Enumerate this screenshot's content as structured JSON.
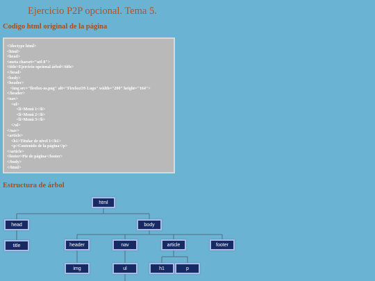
{
  "page": {
    "title": "Ejercicio P2P opcional. Tema 5.",
    "section_code": "Codigo html original de la página",
    "section_tree": "Estructura de árbol"
  },
  "code": {
    "lines": [
      "<!doctype html>",
      "<html>",
      "<head>",
      "<meta charset=\"utf-8\">",
      "<title>Ejercicio opcional árbol</title>",
      "</head>",
      "<body>",
      "<header>",
      "   <img src=\"firefox-os.png\" alt=\"FirefoxOS Logo\" width=\"200\" height=\"164\">",
      "</header>",
      "<nav>",
      "    <ul>",
      "         <li>Menú 1</li>",
      "         <li>Menú 2</li>",
      "         <li>Menú 3</li>",
      "    </ul>",
      "</nav>",
      "<article>",
      "    <h1>Titular de nivel 1</h1>",
      "    <p>Contenido de la página</p>",
      "</article>",
      "<footer>Pie de página</footer>",
      "</body>",
      "</html>"
    ]
  },
  "tree": {
    "html": "html",
    "head": "head",
    "body": "body",
    "title": "title",
    "header": "header",
    "nav": "nav",
    "article": "article",
    "footer": "footer",
    "img": "img",
    "ul": "ul",
    "h1": "h1",
    "p": "p"
  },
  "colors": {
    "background": "#6bb3d2",
    "heading": "#b8501e",
    "node_fill": "#172a63",
    "node_border": "#a9bce3",
    "connector": "#546d80",
    "code_panel": "#b9b9b9"
  }
}
